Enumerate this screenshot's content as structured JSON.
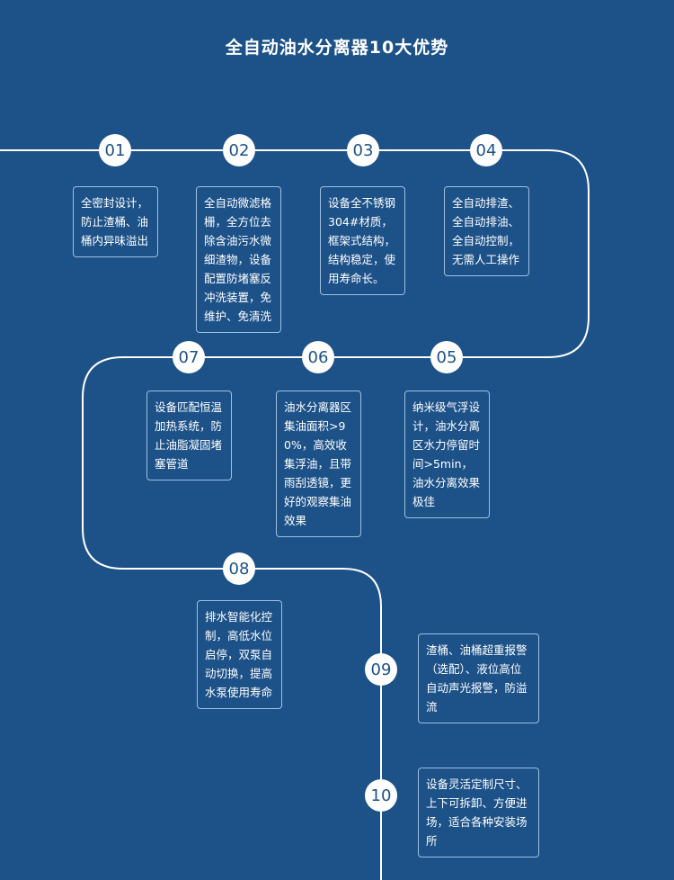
{
  "title": "全自动油水分离器10大优势",
  "steps": [
    {
      "num": "01",
      "text": "全密封设计，防止渣桶、油桶内异味溢出"
    },
    {
      "num": "02",
      "text": "全自动微滤格栅，全方位去除含油污水微细渣物，设备配置防堵塞反冲洗装置，免维护、免清洗"
    },
    {
      "num": "03",
      "text": "设备全不锈钢304#材质，框架式结构，结构稳定，使用寿命长。"
    },
    {
      "num": "04",
      "text": "全自动排渣、全自动排油、全自动控制，无需人工操作"
    },
    {
      "num": "05",
      "text": "纳米级气浮设计，油水分离区水力停留时间>5min，油水分离效果极佳"
    },
    {
      "num": "06",
      "text": "油水分离器区集油面积>90%，高效收集浮油，且带雨刮透镜，更好的观察集油效果"
    },
    {
      "num": "07",
      "text": "设备匹配恒温加热系统，防止油脂凝固堵塞管道"
    },
    {
      "num": "08",
      "text": "排水智能化控制，高低水位启停，双泵自动切换，提高水泵使用寿命"
    },
    {
      "num": "09",
      "text": "渣桶、油桶超重报警（选配）、液位高位自动声光报警，防溢流"
    },
    {
      "num": "10",
      "text": "设备灵活定制尺寸、上下可拆卸、方便进场，适合各种安装场所"
    }
  ],
  "colors": {
    "background": "#1d5289",
    "line": "#ffffff",
    "card_border": "#9fbfe0"
  }
}
